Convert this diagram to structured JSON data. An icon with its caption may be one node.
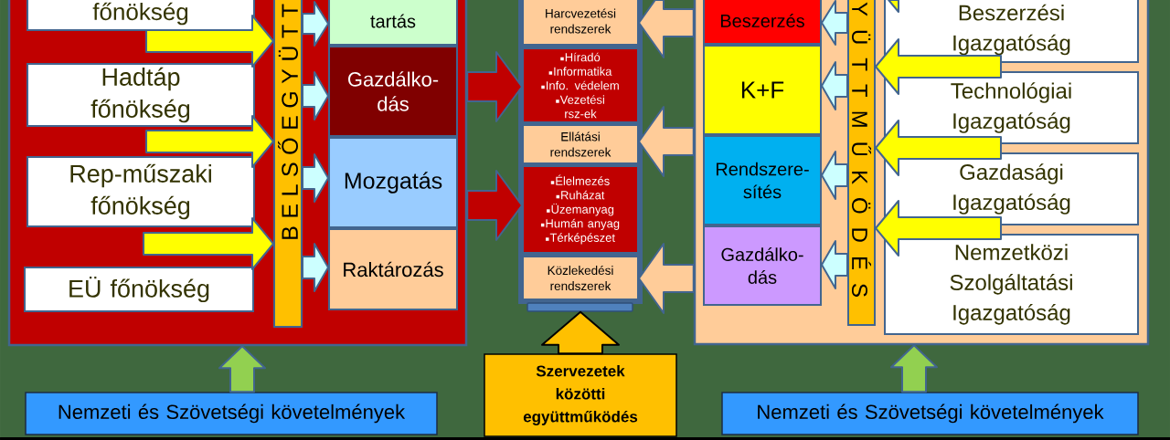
{
  "diagram": {
    "nodes": [
      {
        "text": [],
        "shape": "box"
      },
      {
        "text": [
          "főnökség"
        ],
        "in": 0
      },
      {
        "text": [
          "Hadtáp főnökség"
        ],
        "in": 0
      },
      {
        "text": [
          "Rep-műszaki főnökség"
        ],
        "in": 0
      },
      {
        "text": [
          "EÜ főnökség"
        ],
        "in": 0
      },
      {
        "text": [
          "B E L S Ő E G Y Ü T T"
        ],
        "in": 0
      },
      {
        "text": [
          "tartás"
        ],
        "in": 0
      },
      {
        "text": [
          "Gazdálko-dás"
        ],
        "in": 0
      },
      {
        "text": [
          "Mozgatás"
        ],
        "in": 0
      },
      {
        "text": [
          "Raktározás"
        ],
        "in": 0
      },
      {
        "text": [],
        "shape": "box"
      },
      {
        "text": [
          "Harcvezetési rendszerek"
        ],
        "in": 10
      },
      {
        "text": [
          "Híradó",
          "Informatika",
          "Info. védelem",
          "Vezetési rsz-ek"
        ],
        "in": 10
      },
      {
        "text": [
          "Ellátási rendszerek"
        ],
        "in": 10
      },
      {
        "text": [
          "Élelmezés",
          "Ruházat",
          "Üzemanyag",
          "Humán anyag",
          "Térképészet"
        ],
        "in": 10
      },
      {
        "text": [
          "Közlekedési rendszerek"
        ],
        "in": 10
      },
      {
        "text": [],
        "shape": "bar"
      },
      {
        "text": [],
        "shape": "box"
      },
      {
        "text": [
          "Beszerzés"
        ],
        "in": 17
      },
      {
        "text": [
          "K+F"
        ],
        "in": 17
      },
      {
        "text": [
          "Rendszere-sítés"
        ],
        "in": 17
      },
      {
        "text": [
          "Gazdálko-dás"
        ],
        "in": 17
      },
      {
        "text": [
          "Y Ü T T M Ű K Ö D É S"
        ],
        "in": 17
      },
      {
        "text": [
          "Beszerzési Igazgatóság"
        ],
        "in": 17
      },
      {
        "text": [
          "Technológiai Igazgatóság"
        ],
        "in": 17
      },
      {
        "text": [
          "Gazdasági Igazgatóság"
        ],
        "in": 17
      },
      {
        "text": [
          "Nemzetközi Szolgáltatási Igazgatóság"
        ],
        "in": 17
      },
      {
        "text": [
          "Nemzeti és Szövetségi követelmények"
        ]
      },
      {
        "text": [
          "Szervezetek közötti együttműködés"
        ]
      },
      {
        "text": [
          "Nemzeti és Szövetségi követelmények"
        ]
      }
    ],
    "edges": [
      {
        "from": null,
        "to": 5,
        "arrow": "to",
        "color": "#ffff00"
      },
      {
        "from": null,
        "to": 5,
        "arrow": "to",
        "color": "#ffff00"
      },
      {
        "from": null,
        "to": 5,
        "arrow": "to",
        "color": "#ffff00"
      },
      {
        "from": 5,
        "to": 6,
        "arrow": "to"
      },
      {
        "from": 5,
        "to": 7,
        "arrow": "to"
      },
      {
        "from": 5,
        "to": 8,
        "arrow": "to"
      },
      {
        "from": 5,
        "to": 9,
        "arrow": "to"
      },
      {
        "from": 0,
        "to": 12,
        "arrow": "to",
        "color": "#c00000"
      },
      {
        "from": 0,
        "to": 14,
        "arrow": "to",
        "color": "#c00000"
      },
      {
        "from": 17,
        "to": 11,
        "arrow": "to",
        "color": "#ffcc99"
      },
      {
        "from": 17,
        "to": 13,
        "arrow": "to",
        "color": "#ffcc99"
      },
      {
        "from": 17,
        "to": 15,
        "arrow": "to",
        "color": "#ffcc99"
      },
      {
        "from": 22,
        "to": 18,
        "arrow": "to"
      },
      {
        "from": 22,
        "to": 19,
        "arrow": "to"
      },
      {
        "from": 22,
        "to": 20,
        "arrow": "to"
      },
      {
        "from": 22,
        "to": 21,
        "arrow": "to"
      },
      {
        "from": null,
        "to": 22,
        "arrow": "to",
        "color": "#ffff00"
      },
      {
        "from": null,
        "to": 22,
        "arrow": "to",
        "color": "#ffff00"
      },
      {
        "from": null,
        "to": 22,
        "arrow": "to",
        "color": "#ffff00"
      },
      {
        "from": null,
        "to": 22,
        "arrow": "to",
        "color": "#ffff00"
      },
      {
        "from": 27,
        "to": 0,
        "arrow": "to",
        "color": "#92d050"
      },
      {
        "from": 28,
        "to": 16,
        "arrow": "to",
        "color": "#ffc000"
      },
      {
        "from": 29,
        "to": 17,
        "arrow": "to",
        "color": "#92d050"
      }
    ]
  }
}
